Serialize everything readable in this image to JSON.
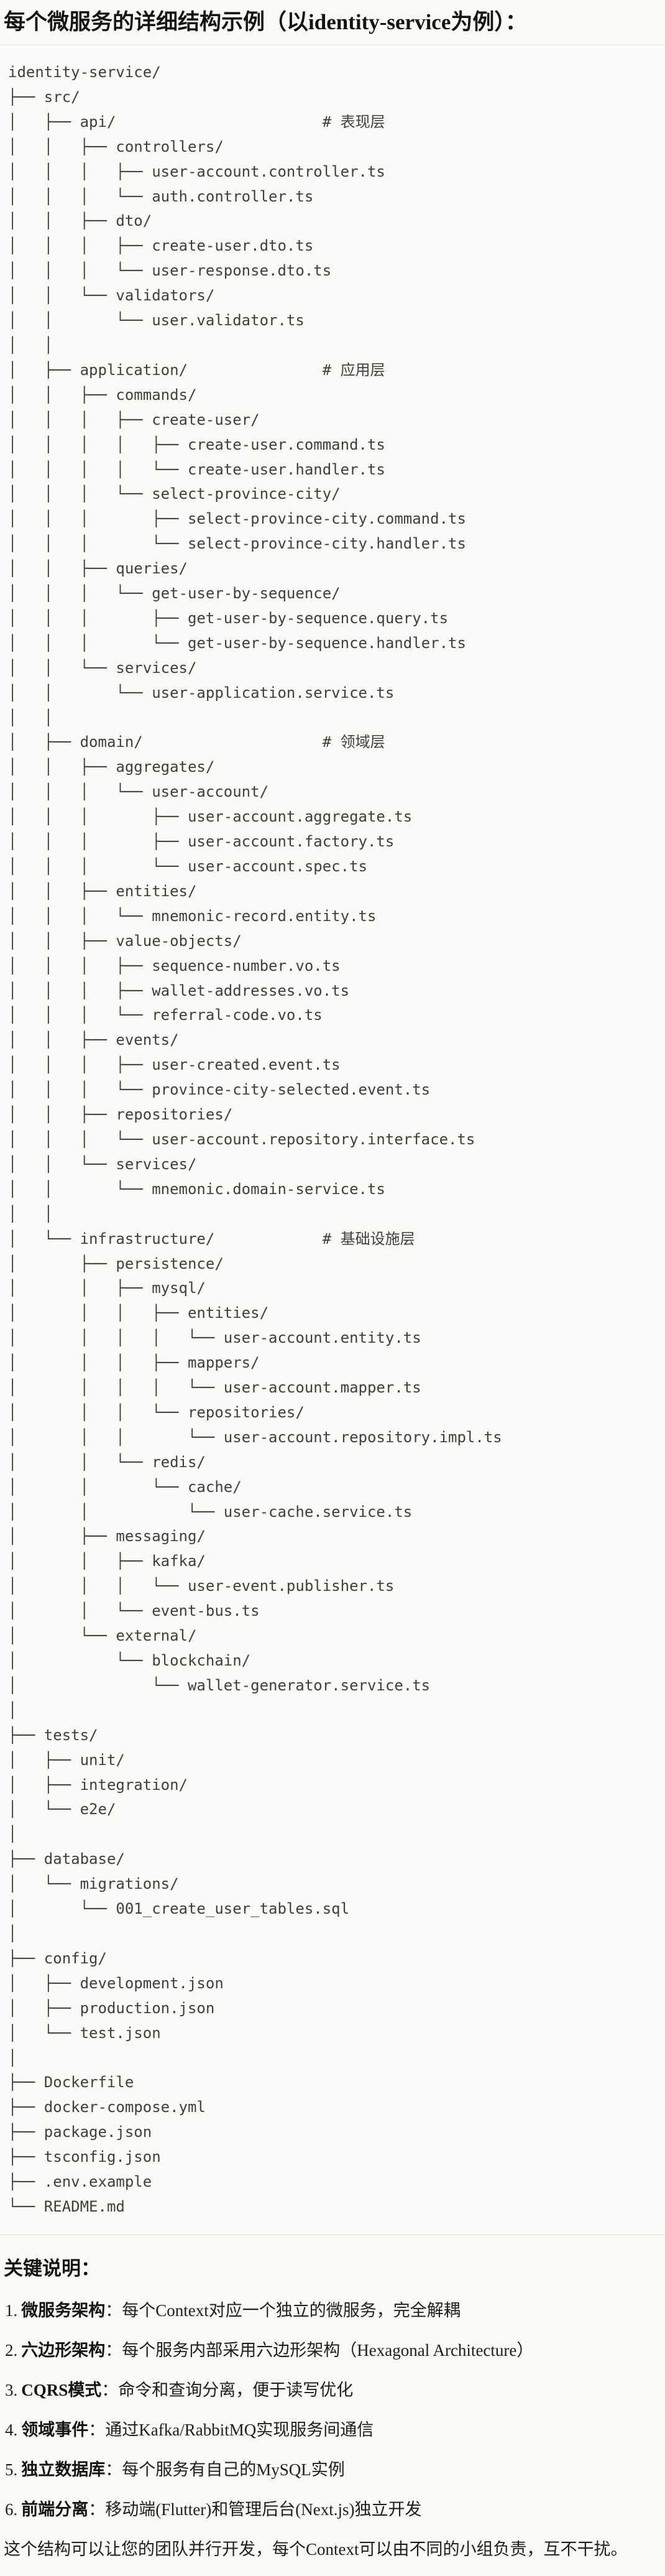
{
  "page": {
    "title": "每个微服务的详细结构示例（以identity-service为例）："
  },
  "tree": {
    "lines": [
      "identity-service/",
      "├── src/",
      "│   ├── api/                       # 表现层",
      "│   │   ├── controllers/",
      "│   │   │   ├── user-account.controller.ts",
      "│   │   │   └── auth.controller.ts",
      "│   │   ├── dto/",
      "│   │   │   ├── create-user.dto.ts",
      "│   │   │   └── user-response.dto.ts",
      "│   │   └── validators/",
      "│   │       └── user.validator.ts",
      "│   │",
      "│   ├── application/               # 应用层",
      "│   │   ├── commands/",
      "│   │   │   ├── create-user/",
      "│   │   │   │   ├── create-user.command.ts",
      "│   │   │   │   └── create-user.handler.ts",
      "│   │   │   └── select-province-city/",
      "│   │   │       ├── select-province-city.command.ts",
      "│   │   │       └── select-province-city.handler.ts",
      "│   │   ├── queries/",
      "│   │   │   └── get-user-by-sequence/",
      "│   │   │       ├── get-user-by-sequence.query.ts",
      "│   │   │       └── get-user-by-sequence.handler.ts",
      "│   │   └── services/",
      "│   │       └── user-application.service.ts",
      "│   │",
      "│   ├── domain/                    # 领域层",
      "│   │   ├── aggregates/",
      "│   │   │   └── user-account/",
      "│   │   │       ├── user-account.aggregate.ts",
      "│   │   │       ├── user-account.factory.ts",
      "│   │   │       └── user-account.spec.ts",
      "│   │   ├── entities/",
      "│   │   │   └── mnemonic-record.entity.ts",
      "│   │   ├── value-objects/",
      "│   │   │   ├── sequence-number.vo.ts",
      "│   │   │   ├── wallet-addresses.vo.ts",
      "│   │   │   └── referral-code.vo.ts",
      "│   │   ├── events/",
      "│   │   │   ├── user-created.event.ts",
      "│   │   │   └── province-city-selected.event.ts",
      "│   │   ├── repositories/",
      "│   │   │   └── user-account.repository.interface.ts",
      "│   │   └── services/",
      "│   │       └── mnemonic.domain-service.ts",
      "│   │",
      "│   └── infrastructure/            # 基础设施层",
      "│       ├── persistence/",
      "│       │   ├── mysql/",
      "│       │   │   ├── entities/",
      "│       │   │   │   └── user-account.entity.ts",
      "│       │   │   ├── mappers/",
      "│       │   │   │   └── user-account.mapper.ts",
      "│       │   │   └── repositories/",
      "│       │   │       └── user-account.repository.impl.ts",
      "│       │   └── redis/",
      "│       │       └── cache/",
      "│       │           └── user-cache.service.ts",
      "│       ├── messaging/",
      "│       │   ├── kafka/",
      "│       │   │   └── user-event.publisher.ts",
      "│       │   └── event-bus.ts",
      "│       └── external/",
      "│           └── blockchain/",
      "│               └── wallet-generator.service.ts",
      "│",
      "├── tests/",
      "│   ├── unit/",
      "│   ├── integration/",
      "│   └── e2e/",
      "│",
      "├── database/",
      "│   └── migrations/",
      "│       └── 001_create_user_tables.sql",
      "│",
      "├── config/",
      "│   ├── development.json",
      "│   ├── production.json",
      "│   └── test.json",
      "│",
      "├── Dockerfile",
      "├── docker-compose.yml",
      "├── package.json",
      "├── tsconfig.json",
      "├── .env.example",
      "└── README.md"
    ]
  },
  "notes": {
    "heading": "关键说明：",
    "items": [
      {
        "num": "1.",
        "label": "微服务架构",
        "text": "：每个Context对应一个独立的微服务，完全解耦"
      },
      {
        "num": "2.",
        "label": "六边形架构",
        "text": "：每个服务内部采用六边形架构（Hexagonal Architecture）"
      },
      {
        "num": "3.",
        "label": "CQRS模式",
        "text": "：命令和查询分离，便于读写优化"
      },
      {
        "num": "4.",
        "label": "领域事件",
        "text": "：通过Kafka/RabbitMQ实现服务间通信"
      },
      {
        "num": "5.",
        "label": "独立数据库",
        "text": "：每个服务有自己的MySQL实例"
      },
      {
        "num": "6.",
        "label": "前端分离",
        "text": "：移动端(Flutter)和管理后台(Next.js)独立开发"
      }
    ],
    "footer": "这个结构可以让您的团队并行开发，每个Context可以由不同的小组负责，互不干扰。"
  }
}
